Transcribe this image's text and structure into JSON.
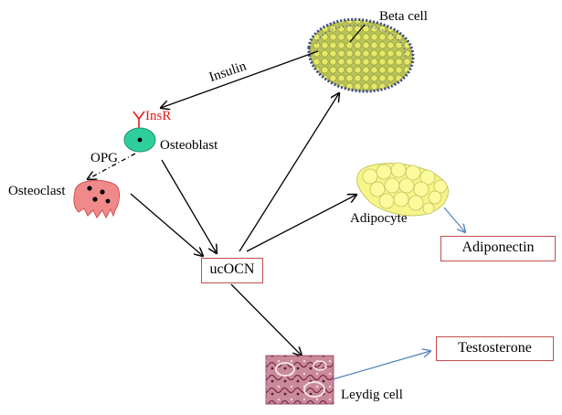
{
  "labels": {
    "beta_cell": "Beta cell",
    "insulin": "Insulin",
    "insr": "InsR",
    "osteoblast": "Osteoblast",
    "opg": "OPG",
    "osteoclast": "Osteoclast",
    "adipocyte": "Adipocyte",
    "leydig_cell": "Leydig cell"
  },
  "boxes": {
    "ucocn": "ucOCN",
    "adiponectin": "Adiponectin",
    "testosterone": "Testosterone"
  },
  "colors": {
    "box_border": "#c0504d",
    "insr_text": "#e31a1c",
    "osteoblast_fill": "#2fcf9c",
    "osteoclast_fill": "#f08a8a",
    "adipocyte_fill": "#f5f58a",
    "blue_arrow": "#4f81bd"
  },
  "icons": [
    "beta-cell-icon",
    "osteoblast-icon",
    "osteoclast-icon",
    "adipocyte-icon",
    "leydig-cell-icon",
    "insulin-receptor-icon"
  ]
}
